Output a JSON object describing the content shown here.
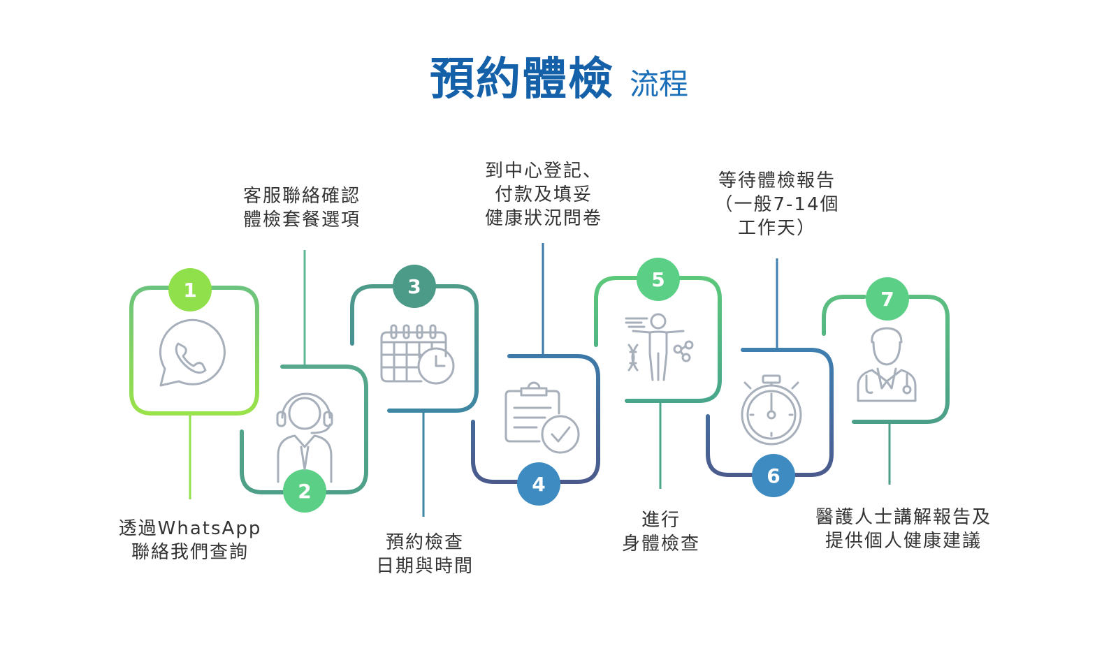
{
  "title": {
    "main": "預約體檢",
    "sub": "流程"
  },
  "colors": {
    "green_light": "#8fe04a",
    "green": "#5ccf86",
    "teal": "#4a9c8c",
    "blue": "#3d8bc0",
    "navy": "#4a5f8e",
    "icon_gray": "#a7afba",
    "text": "#333333",
    "title_blue": "#1561a9"
  },
  "steps": [
    {
      "number": "1",
      "text": "透過WhatsApp\n聯絡我們查詢",
      "icon": "whatsapp-icon"
    },
    {
      "number": "2",
      "text": "客服聯絡確認\n體檢套餐選項",
      "icon": "customer-service-icon"
    },
    {
      "number": "3",
      "text": "預約檢查\n日期與時間",
      "icon": "calendar-clock-icon"
    },
    {
      "number": "4",
      "text": "到中心登記、\n付款及填妥\n健康狀況問卷",
      "icon": "clipboard-check-icon"
    },
    {
      "number": "5",
      "text": "進行\n身體檢查",
      "icon": "body-scan-icon"
    },
    {
      "number": "6",
      "text": "等待體檢報告\n（一般7-14個\n工作天）",
      "icon": "stopwatch-icon"
    },
    {
      "number": "7",
      "text": "醫護人士講解報告及\n提供個人健康建議",
      "icon": "doctor-icon"
    }
  ]
}
